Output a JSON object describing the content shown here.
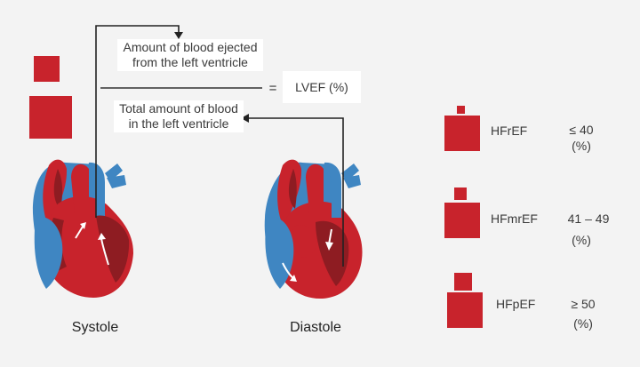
{
  "formula": {
    "numerator": "Amount of blood ejected from the left ventricle",
    "denominator": "Total amount of blood in the left ventricle",
    "equals": "=",
    "result": "LVEF (%)"
  },
  "phases": [
    {
      "label": "Systole"
    },
    {
      "label": "Diastole"
    }
  ],
  "categories": [
    {
      "name": "HFrEF",
      "range": "≤ 40",
      "unit": "(%)"
    },
    {
      "name": "HFmrEF",
      "range": "41 – 49",
      "unit": "(%)"
    },
    {
      "name": "HFpEF",
      "range": "≥ 50",
      "unit": "(%)"
    }
  ],
  "colors": {
    "red": "#c8232c",
    "dark_red": "#8e1c22",
    "blue": "#3f86c2",
    "text": "#3a3a3a"
  }
}
